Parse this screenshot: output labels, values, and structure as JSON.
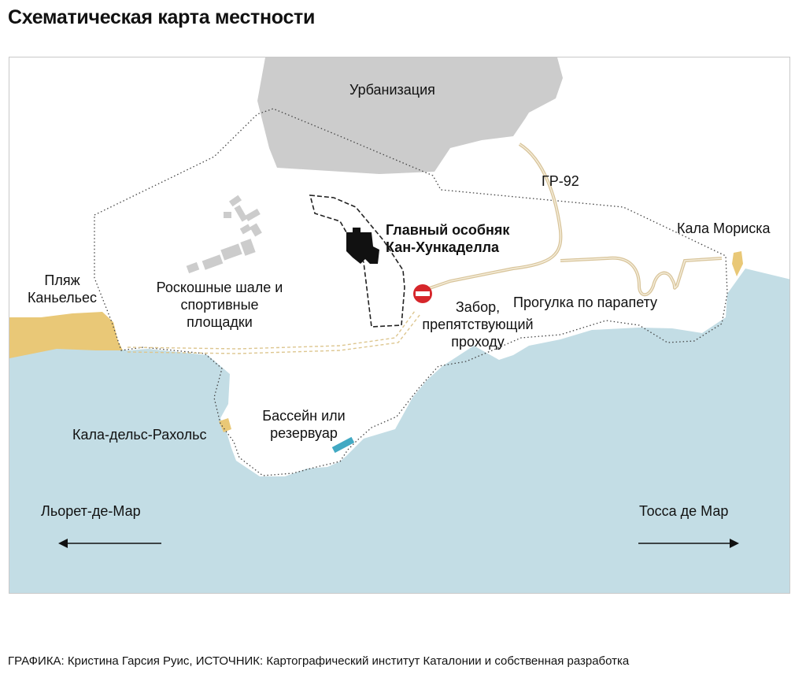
{
  "title": "Схематическая карта местности",
  "labels": {
    "urbanization": "Урбанизация",
    "route": "ГР-92",
    "main_mansion_line1": "Главный особняк",
    "main_mansion_line2": "Кан-Хункаделла",
    "cala_morisca": "Кала Мориска",
    "beach_line1": "Пляж",
    "beach_line2": "Каньельес",
    "chalets_line1": "Роскошные шале и",
    "chalets_line2": "спортивные",
    "chalets_line3": "площадки",
    "fence_line1": "Забор,",
    "fence_line2": "препятствующий",
    "fence_line3": "проходу",
    "parapet_walk": "Прогулка по парапету",
    "pool_line1": "Бассейн или",
    "pool_line2": "резервуар",
    "cala_rajols": "Кала-дельс-Рахольс",
    "lloret": "Льорет-де-Мар",
    "tossa": "Тосса де Мар"
  },
  "credit": "ГРАФИКА: Кристина Гарсия Руис, ИСТОЧНИК: Картографический институт Каталонии и собственная разработка",
  "colors": {
    "sea": "#c3dde5",
    "urban": "#cccccc",
    "beach": "#e9c877",
    "road": "#e6d7b6",
    "mansion": "#111111",
    "pool": "#42a9c3",
    "no_entry": "#d6262b"
  },
  "icons": [
    "no-entry-icon",
    "arrow-left-icon",
    "arrow-right-icon"
  ]
}
